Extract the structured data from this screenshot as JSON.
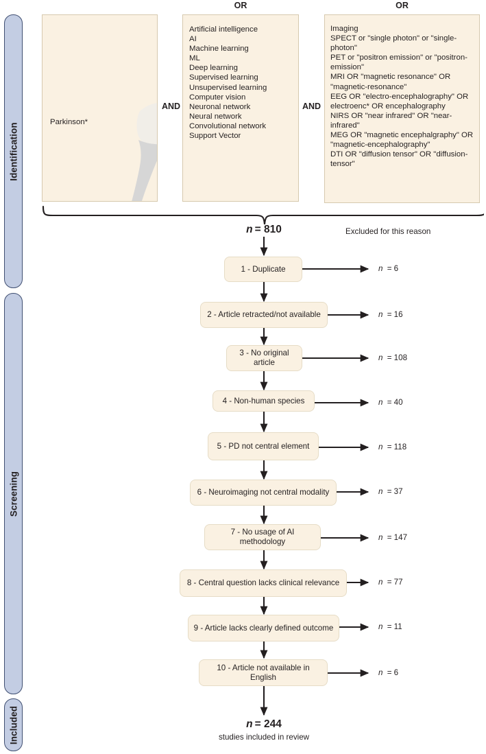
{
  "stages": [
    {
      "id": "identification",
      "label": "Identification"
    },
    {
      "id": "screening",
      "label": "Screening"
    },
    {
      "id": "included",
      "label": "Included"
    }
  ],
  "search_strategy": {
    "operators": {
      "or": "OR",
      "and": "AND"
    },
    "boxes": [
      {
        "id": "population",
        "text": "Parkinson*",
        "artwork": "stooped-person-illustration"
      },
      {
        "id": "ai-terms",
        "text": "Artificial intelligence\nAI\nMachine learning\nML\nDeep learning\nSupervised learning\nUnsupervised learning\nComputer vision\nNeuronal network\nNeural network\nConvolutional network\nSupport Vector",
        "artwork": "brain-gears-illustration"
      },
      {
        "id": "imaging-terms",
        "text": "Imaging\nSPECT or \"single photon\" or \"single-photon\"\nPET or \"positron emission\" or \"positron-emission\"\nMRI OR \"magnetic resonance\" OR \"magnetic-resonance\"\nEEG OR \"electro-encephalography\" OR electroenc* OR encephalography\nNIRS OR \"near infrared\" OR \"near-infrared\"\nMEG OR \"magnetic encephalgraphy\" OR \"magnetic-encephalography\"\nDTI OR \"diffusion tensor\" OR \"diffusion-tensor\"",
        "artwork": "mri-scanner-illustration"
      }
    ]
  },
  "totals": {
    "identified_label": "n = 810",
    "identified_n_italic": "n",
    "identified_value": "= 810",
    "included_n_italic": "n",
    "included_value": "= 244",
    "included_caption": "studies included in review"
  },
  "excluded_header": "Excluded for this reason",
  "exclusions": [
    {
      "index": "1",
      "label": "1 - Duplicate",
      "count_prefix": "n",
      "count": "= 6"
    },
    {
      "index": "2",
      "label": "2 - Article retracted/not available",
      "count_prefix": "n",
      "count": "= 16"
    },
    {
      "index": "3",
      "label": "3 - No original article",
      "count_prefix": "n",
      "count": "= 108"
    },
    {
      "index": "4",
      "label": "4 - Non-human species",
      "count_prefix": "n",
      "count": "= 40"
    },
    {
      "index": "5",
      "label": "5 - PD not central element",
      "count_prefix": "n",
      "count": "= 118"
    },
    {
      "index": "6",
      "label": "6 - Neuroimaging not central modality",
      "count_prefix": "n",
      "count": "= 37"
    },
    {
      "index": "7",
      "label": "7 - No usage of AI methodology",
      "count_prefix": "n",
      "count": "= 147"
    },
    {
      "index": "8",
      "label": "8 - Central question lacks clinical relevance",
      "count_prefix": "n",
      "count": "= 77"
    },
    {
      "index": "9",
      "label": "9 - Article lacks clearly defined outcome",
      "count_prefix": "n",
      "count": "= 11"
    },
    {
      "index": "10",
      "label": "10 - Article not available in English",
      "count_prefix": "n",
      "count": "= 6"
    }
  ],
  "colors": {
    "box_fill": "#faf1e2",
    "box_border": "#e6dcc6",
    "query_border": "#d6c9ae",
    "stage_fill": "#c3cde3",
    "stage_border": "#3f4e71",
    "text": "#231f20",
    "arrow": "#231f20"
  }
}
